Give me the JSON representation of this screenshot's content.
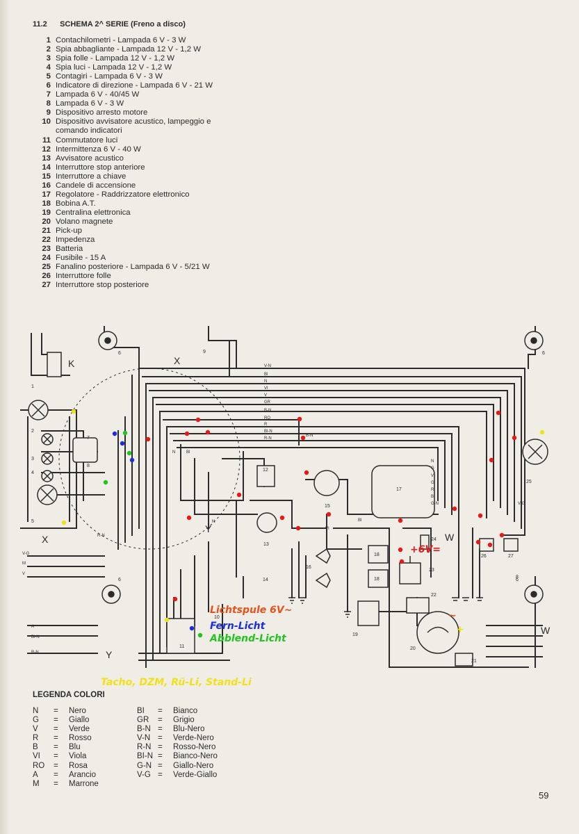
{
  "header": {
    "number": "11.2",
    "title": "SCHEMA 2^ SERIE (Freno a disco)"
  },
  "components": [
    {
      "n": "1",
      "text": "Contachilometri - Lampada 6 V - 3 W"
    },
    {
      "n": "2",
      "text": "Spia abbagliante - Lampada 12 V - 1,2 W"
    },
    {
      "n": "3",
      "text": "Spia folle - Lampada 12 V - 1,2 W"
    },
    {
      "n": "4",
      "text": "Spia luci - Lampada 12 V - 1,2 W"
    },
    {
      "n": "5",
      "text": "Contagiri - Lampada 6 V - 3 W"
    },
    {
      "n": "6",
      "text": "Indicatore di direzione - Lampada 6 V - 21 W"
    },
    {
      "n": "7",
      "text": "Lampada 6 V - 40/45 W"
    },
    {
      "n": "8",
      "text": "Lampada 6 V - 3 W"
    },
    {
      "n": "9",
      "text": "Dispositivo arresto motore"
    },
    {
      "n": "10",
      "text": "Dispositivo avvisatore acustico, lampeggio e"
    },
    {
      "n": "",
      "text": "comando indicatori"
    },
    {
      "n": "11",
      "text": "Commutatore luci"
    },
    {
      "n": "12",
      "text": "Intermittenza 6 V - 40 W"
    },
    {
      "n": "13",
      "text": "Avvisatore acustico"
    },
    {
      "n": "14",
      "text": "Interruttore stop anteriore"
    },
    {
      "n": "15",
      "text": "Interruttore a chiave"
    },
    {
      "n": "16",
      "text": "Candele di accensione"
    },
    {
      "n": "17",
      "text": "Regolatore - Raddrizzatore elettronico"
    },
    {
      "n": "18",
      "text": "Bobina A.T."
    },
    {
      "n": "19",
      "text": "Centralina elettronica"
    },
    {
      "n": "20",
      "text": "Volano magnete"
    },
    {
      "n": "21",
      "text": "Pick-up"
    },
    {
      "n": "22",
      "text": "Impedenza"
    },
    {
      "n": "23",
      "text": "Batteria"
    },
    {
      "n": "24",
      "text": "Fusibile - 15 A"
    },
    {
      "n": "25",
      "text": "Fanalino posteriore - Lampada 6 V - 5/21 W"
    },
    {
      "n": "26",
      "text": "Interruttore folle"
    },
    {
      "n": "27",
      "text": "Interruttore stop posteriore"
    }
  ],
  "annotations": {
    "lichtspule": "Lichtspule 6V~",
    "fern": "Fern-Licht",
    "abblend": "Abblend-Licht",
    "tacho": "Tacho, DZM, Rü-Li, Stand-Li",
    "plus6v": "+6V=",
    "tilde": "~",
    "plus": "+"
  },
  "annotation_colors": {
    "lichtspule": "#e8501c",
    "fern": "#1a2ee0",
    "abblend": "#22c422",
    "tacho": "#f2e11a",
    "plus6v": "#e81818",
    "dot_red": "#e81818",
    "dot_blue": "#1a2ee0",
    "dot_green": "#22c422",
    "dot_yellow": "#f2e11a"
  },
  "diagram_labels": {
    "connectors": [
      "K",
      "X",
      "Y",
      "W",
      "X",
      "Y",
      "W"
    ],
    "wire_codes": [
      "V-N",
      "Bl",
      "N",
      "VI",
      "V",
      "GR",
      "B-N",
      "RO",
      "R",
      "Bl-N",
      "R-N",
      "B-N",
      "N",
      "G",
      "V",
      "G",
      "R",
      "B",
      "G-N",
      "V-G",
      "Bl",
      "N",
      "R-N",
      "V-G",
      "M",
      "V",
      "A",
      "R-N",
      "Bl-N",
      "N",
      "Bl",
      "VI"
    ],
    "component_numbers": [
      "1",
      "2",
      "3",
      "4",
      "5",
      "6",
      "6",
      "6",
      "6",
      "7",
      "8",
      "8",
      "9",
      "10",
      "11",
      "12",
      "13",
      "14",
      "15",
      "16",
      "17",
      "18",
      "18",
      "19",
      "20",
      "21",
      "22",
      "23",
      "24",
      "25",
      "26",
      "27"
    ]
  },
  "colors_legend": {
    "title": "LEGENDA COLORI",
    "left": [
      {
        "code": "N",
        "name": "Nero"
      },
      {
        "code": "G",
        "name": "Giallo"
      },
      {
        "code": "V",
        "name": "Verde"
      },
      {
        "code": "R",
        "name": "Rosso"
      },
      {
        "code": "B",
        "name": "Blu"
      },
      {
        "code": "VI",
        "name": "Viola"
      },
      {
        "code": "RO",
        "name": "Rosa"
      },
      {
        "code": "A",
        "name": "Arancio"
      },
      {
        "code": "M",
        "name": "Marrone"
      }
    ],
    "right": [
      {
        "code": "BI",
        "name": "Bianco"
      },
      {
        "code": "GR",
        "name": "Grigio"
      },
      {
        "code": "B-N",
        "name": "Blu-Nero"
      },
      {
        "code": "V-N",
        "name": "Verde-Nero"
      },
      {
        "code": "R-N",
        "name": "Rosso-Nero"
      },
      {
        "code": "BI-N",
        "name": "Bianco-Nero"
      },
      {
        "code": "G-N",
        "name": "Giallo-Nero"
      },
      {
        "code": "V-G",
        "name": "Verde-Giallo"
      }
    ],
    "equals": "="
  },
  "page_number": "59"
}
